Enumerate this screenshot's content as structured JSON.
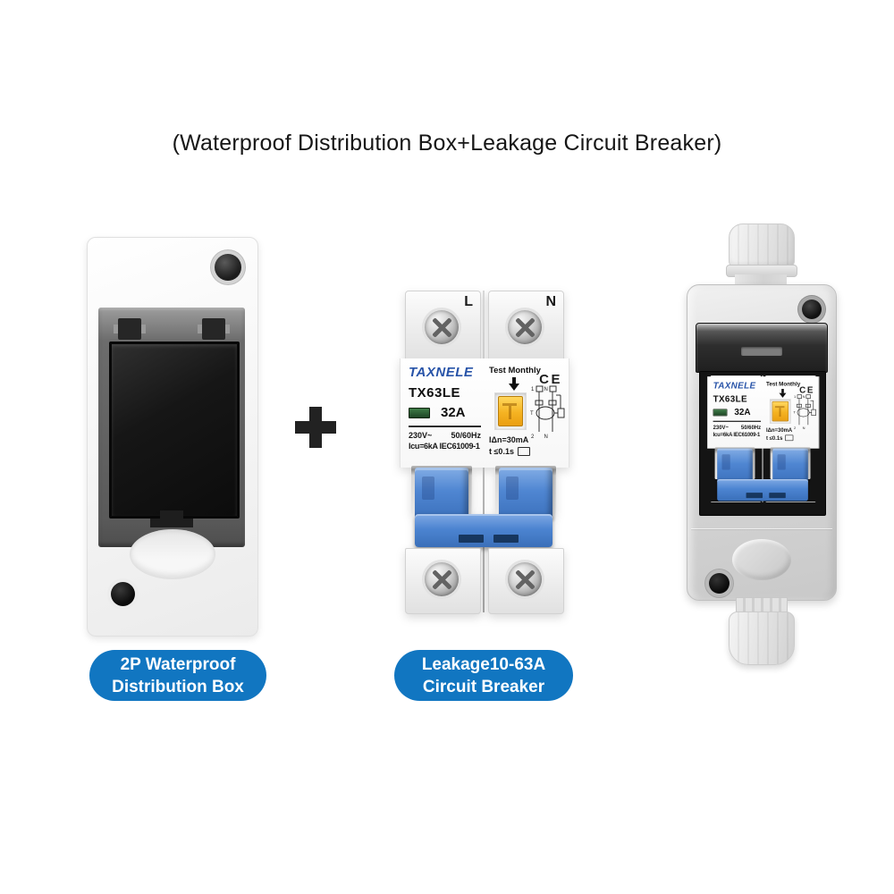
{
  "title": "(Waterproof  Distribution Box+Leakage Circuit Breaker)",
  "symbols": {
    "plus": "+"
  },
  "captions": {
    "box": {
      "line1": "2P Waterproof",
      "line2": "Distribution Box"
    },
    "breaker": {
      "line1": "Leakage10-63A",
      "line2": "Circuit Breaker"
    }
  },
  "breaker": {
    "brand": "TAXNELE",
    "model": "TX63LE",
    "rating": "32A",
    "terminals": {
      "left": "L",
      "right": "N"
    },
    "test_monthly": "Test Monthly",
    "ce": "CE",
    "voltage": "230V~",
    "frequency": "50/60Hz",
    "icu": "Icu=6kA IEC61009-1",
    "leakage": "IΔn=30mA",
    "trip_time": "t ≤0.1s",
    "diagram": {
      "n1": "1",
      "n2": "N",
      "t": "T",
      "n3": "2",
      "n4": "N"
    }
  },
  "colors": {
    "caption_bg": "#1176c1",
    "toggle_blue": "#4c84d1",
    "test_button_yellow": "#f5b322",
    "brand_blue": "#2753a8",
    "indicator_green": "#2e6233",
    "window_dark": "#141414",
    "background": "#ffffff"
  }
}
